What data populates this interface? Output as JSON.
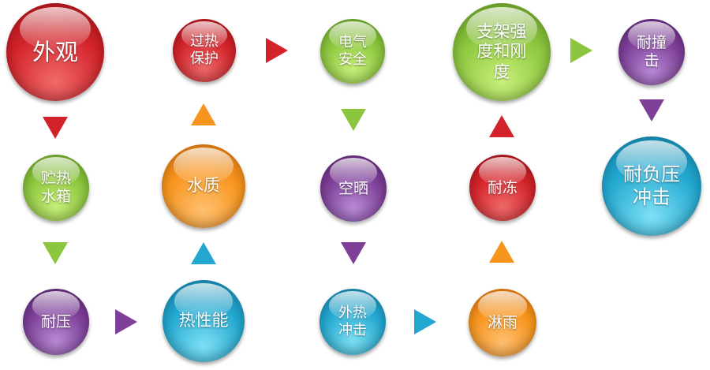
{
  "colors": {
    "red": "#d2232a",
    "green": "#8cc63e",
    "orange": "#f7941d",
    "purple": "#7e3f98",
    "teal": "#22a8d0"
  },
  "nodes": {
    "appearance": "外观",
    "heat_storage_tank": "贮热\n水箱",
    "pressure_resistance": "耐压",
    "thermal_performance": "热性能",
    "water_quality": "水质",
    "overheat_protection": "过热\n保护",
    "electrical_safety": "电气\n安全",
    "empty_sun_exposure": "空晒",
    "external_thermal_shock": "外热\n冲击",
    "rain_test": "淋雨",
    "frost_resistance": "耐冻",
    "bracket_strength": "支架强\n度和刚\n度",
    "impact_resistance": "耐撞\n击",
    "negative_pressure_shock": "耐负压\n冲击"
  }
}
